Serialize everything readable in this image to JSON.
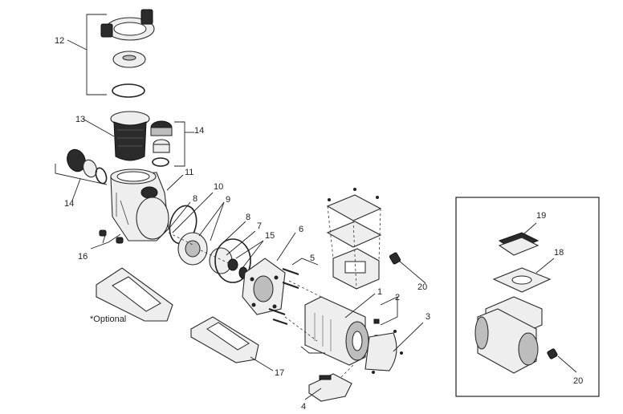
{
  "callouts": {
    "c1": "1",
    "c2": "2",
    "c3": "3",
    "c4": "4",
    "c5": "5",
    "c6": "6",
    "c7": "7",
    "c8a": "8",
    "c8b": "8",
    "c9": "9",
    "c10": "10",
    "c11": "11",
    "c12": "12",
    "c13": "13",
    "c14a": "14",
    "c14b": "14",
    "c15": "15",
    "c16": "16",
    "c17": "17",
    "c18": "18",
    "c19": "19",
    "c20a": "20",
    "c20b": "20"
  },
  "optional_note": "*Optional"
}
